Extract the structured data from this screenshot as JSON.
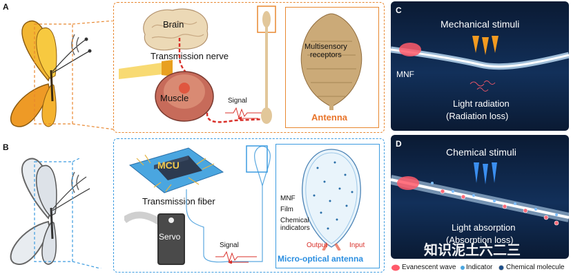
{
  "panel_labels": {
    "a": "A",
    "b": "B",
    "c": "C",
    "d": "D"
  },
  "panel_a": {
    "brain": "Brain",
    "transmission_nerve": "Transmission nerve",
    "muscle": "Muscle",
    "signal": "Signal",
    "receptors": "Multisensory\nreceptors",
    "antenna": "Antenna"
  },
  "panel_b": {
    "mcu": "MCU",
    "transmission_fiber": "Transmission fiber",
    "servo": "Servo",
    "signal": "Signal",
    "mnf": "MNF",
    "film": "Film",
    "chemical_indicators": "Chemical\nindicators",
    "output": "Output",
    "input": "Input",
    "micro_optical_antenna": "Micro-optical antenna"
  },
  "panel_c": {
    "mechanical_stimuli": "Mechanical stimuli",
    "mnf": "MNF",
    "light_radiation": "Light radiation",
    "radiation_loss": "(Radiation loss)"
  },
  "panel_d": {
    "chemical_stimuli": "Chemical stimuli",
    "light_absorption": "Light absorption",
    "absorption_loss": "(Absorption loss)"
  },
  "legend": {
    "evanescent_wave": "Evanescent wave",
    "indicator": "Indicator",
    "chemical_molecule": "Chemical molecule"
  },
  "watermark": "知识泥土六二三",
  "colors": {
    "orange": "#e8872f",
    "blue": "#3b9be0",
    "dark_bg": "#0d1f3a",
    "red": "#d9302a"
  }
}
